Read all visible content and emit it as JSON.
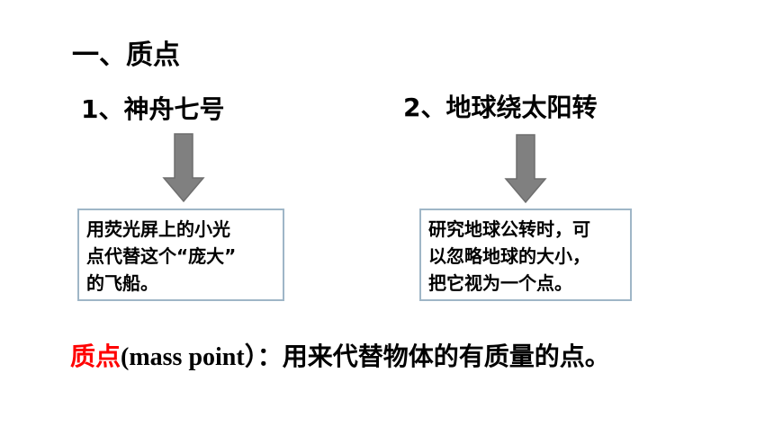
{
  "slide": {
    "title": "一、质点"
  },
  "examples": [
    {
      "title": "1、神舟七号",
      "lines": [
        "用荧光屏上的小光",
        "点代替这个“庞大”",
        "的飞船。"
      ]
    },
    {
      "title": "2、地球绕太阳转",
      "lines": [
        "研究地球公转时，可",
        "以忽略地球的大小，",
        "把它视为一个点。"
      ]
    }
  ],
  "definition": {
    "term": "质点",
    "term_en": "(mass point）",
    "text": "：用来代替物体的有质量的点。"
  },
  "colors": {
    "term": "#ff0000",
    "arrow": "#808080",
    "box_border": "#9fb6c7"
  },
  "icons": {
    "arrow": "down-arrow-icon"
  }
}
